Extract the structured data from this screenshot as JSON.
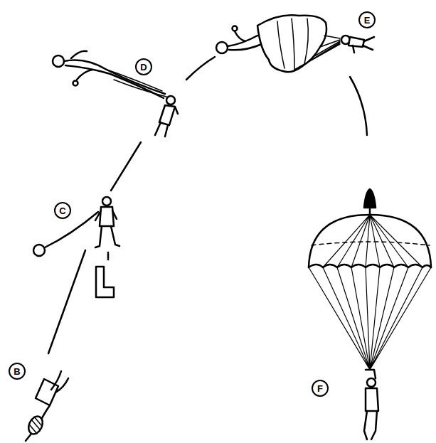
{
  "diagram": {
    "nodes": [
      {
        "text": [
          "B"
        ]
      },
      {
        "text": [
          "C"
        ]
      },
      {
        "text": [
          "D"
        ]
      },
      {
        "text": [
          "E"
        ]
      },
      {
        "text": [
          "F"
        ]
      }
    ],
    "edges": []
  }
}
